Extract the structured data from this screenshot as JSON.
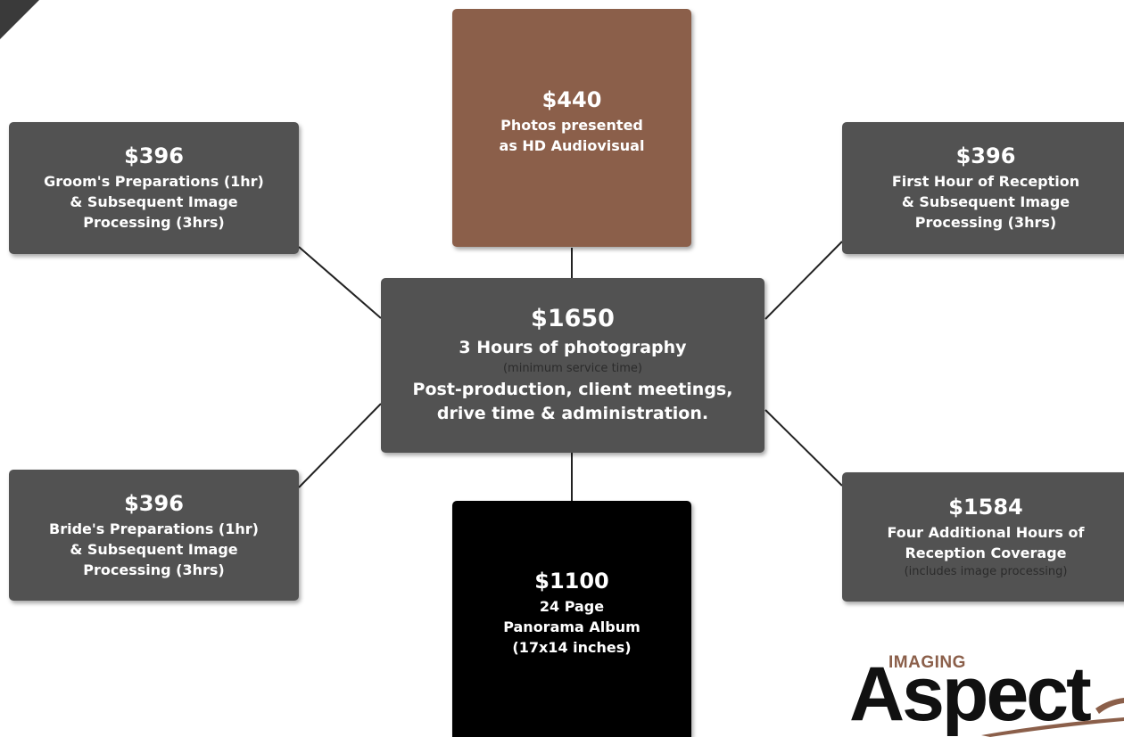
{
  "nodes": {
    "center": {
      "price": "$1650",
      "line1": "3 Hours of photography",
      "note": "(minimum service time)",
      "line2": "Post-production, client meetings,",
      "line3": "drive time & administration."
    },
    "top": {
      "price": "$440",
      "line1": "Photos presented",
      "line2": "as HD Audiovisual",
      "color": "#8b5f4a"
    },
    "bottom": {
      "price": "$1100",
      "line1": "24 Page",
      "line2": "Panorama Album",
      "line3": "(17x14 inches)",
      "color": "#000000"
    },
    "top_left": {
      "price": "$396",
      "line1": "Groom's Preparations (1hr)",
      "line2": "& Subsequent Image",
      "line3": "Processing (3hrs)"
    },
    "top_right": {
      "price": "$396",
      "line1": "First Hour of Reception",
      "line2": "& Subsequent Image",
      "line3": "Processing (3hrs)"
    },
    "bottom_left": {
      "price": "$396",
      "line1": "Bride's Preparations (1hr)",
      "line2": "& Subsequent Image",
      "line3": "Processing (3hrs)"
    },
    "bottom_right": {
      "price": "$1584",
      "line1": "Four Additional Hours of",
      "line2": "Reception Coverage",
      "note": "(includes image processing)"
    }
  },
  "logo": {
    "top_text": "IMAGING",
    "main_text": "Aspect"
  },
  "colors": {
    "box_grey": "#525252",
    "accent_brown": "#8b5f4a",
    "connector": "#222222"
  }
}
